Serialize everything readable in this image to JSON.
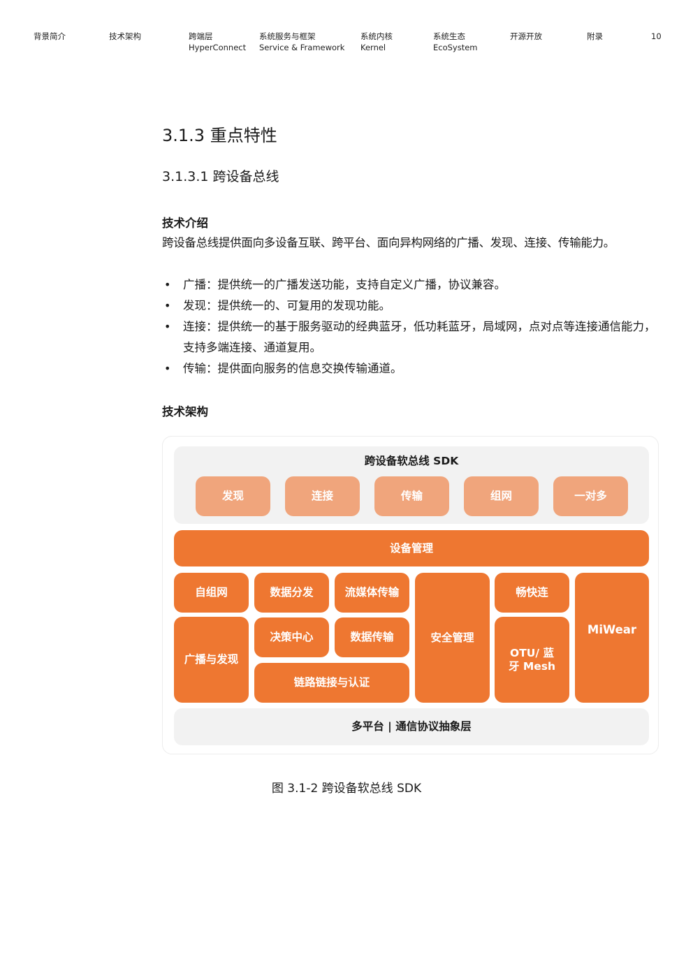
{
  "header": {
    "nav": [
      {
        "line1": "背景简介",
        "line2": ""
      },
      {
        "line1": "技术架构",
        "line2": ""
      },
      {
        "line1": "跨端层",
        "line2": "HyperConnect"
      },
      {
        "line1": "系统服务与框架",
        "line2": "Service & Framework"
      },
      {
        "line1": "系统内核",
        "line2": "Kernel"
      },
      {
        "line1": "系统生态",
        "line2": "EcoSystem"
      },
      {
        "line1": "开源开放",
        "line2": ""
      },
      {
        "line1": "附录",
        "line2": ""
      }
    ],
    "page_number": "10"
  },
  "section": {
    "heading": "3.1.3 重点特性",
    "subheading": "3.1.3.1 跨设备总线",
    "intro_label": "技术介绍",
    "intro_text": "跨设备总线提供面向多设备互联、跨平台、面向异构网络的广播、发现、连接、传输能力。",
    "bullets": [
      "广播：提供统一的广播发送功能，支持自定义广播，协议兼容。",
      "发现：提供统一的、可复用的发现功能。",
      "连接：提供统一的基于服务驱动的经典蓝牙，低功耗蓝牙，局域网，点对点等连接通信能力，支持多端连接、通道复用。",
      "传输：提供面向服务的信息交换传输通道。"
    ],
    "arch_label": "技术架构"
  },
  "diagram": {
    "sdk_title": "跨设备软总线 SDK",
    "sdk_items": [
      "发现",
      "连接",
      "传输",
      "组网",
      "一对多"
    ],
    "device_mgmt": "设备管理",
    "self_network": "自组网",
    "broadcast_discovery": "广播与发现",
    "data_distribution": "数据分发",
    "stream_transfer": "流媒体传输",
    "decision_center": "决策中心",
    "data_transfer": "数据传输",
    "link_auth": "链路链接与认证",
    "security_mgmt": "安全管理",
    "quick_connect": "畅快连",
    "otu_mesh": "OTU/ 蓝牙 Mesh",
    "miwear": "MiWear",
    "bottom_layer": "多平台 | 通信协议抽象层",
    "colors": {
      "primary": "#ee7731",
      "secondary": "#f0a57c",
      "background": "#f2f2f2"
    }
  },
  "caption": "图 3.1-2 跨设备软总线 SDK"
}
